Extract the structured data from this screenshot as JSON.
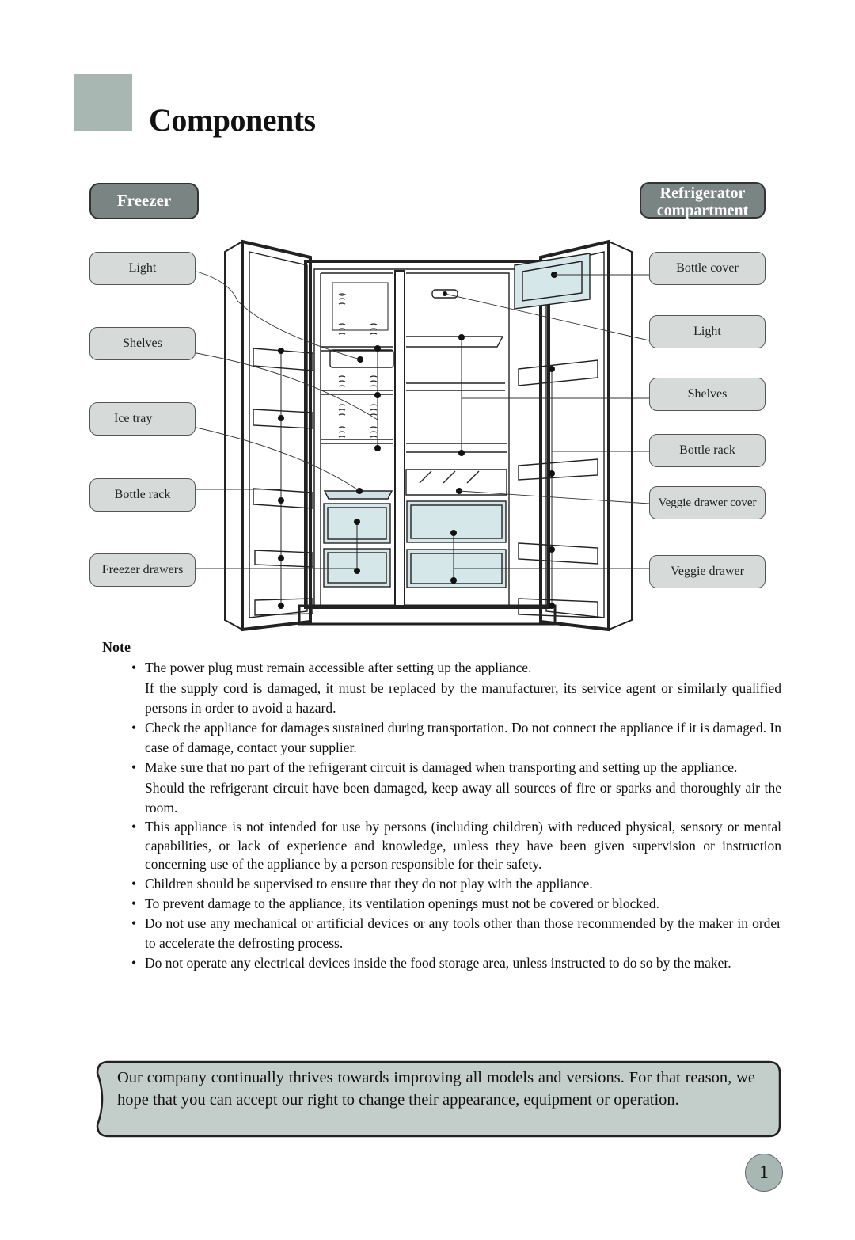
{
  "page": {
    "title": "Components",
    "page_number": "1"
  },
  "diagram": {
    "freezer_heading": "Freezer",
    "fridge_heading_line1": "Refrigerator",
    "fridge_heading_line2": "compartment",
    "freezer_labels": [
      "Light",
      "Shelves",
      "Ice tray",
      "Bottle rack",
      "Freezer drawers"
    ],
    "fridge_labels": [
      "Bottle cover",
      "Light",
      "Shelves",
      "Bottle rack",
      "Veggie drawer cover",
      "Veggie drawer"
    ]
  },
  "notes": {
    "heading": "Note",
    "bullet": "•",
    "items": [
      "The power plug must remain accessible after setting up the appliance.",
      "If the supply cord is damaged, it must be replaced by the manufacturer, its service agent or similarly qualified persons in order to avoid a hazard.",
      "Check the appliance for damages sustained during transportation. Do not connect the appliance if it is damaged. In case of damage, contact your supplier.",
      "Make sure that no part of the refrigerant circuit is damaged when transporting and setting up the appliance.",
      "Should the refrigerant circuit have been damaged, keep away all sources of fire or sparks and thoroughly air the room.",
      "This appliance is not intended for use by persons (including children) with reduced physical, sensory or mental capabilities, or lack of experience and knowledge, unless they have been given supervision or instruction concerning use of the appliance by a person responsible for their safety.",
      "Children should be supervised to ensure that they do not play with the appliance.",
      "To prevent damage to the appliance, its ventilation openings must not be covered or blocked.",
      "Do not use any mechanical or artificial devices or any tools other than those recommended by the maker in order to accelerate the defrosting process.",
      "Do not operate any electrical devices inside the food storage area, unless instructed to do so by the maker."
    ]
  },
  "banner": {
    "text": "Our company continually thrives towards improving all models and versions. For that reason, we hope that you can accept our right to change their appearance, equipment or operation."
  }
}
